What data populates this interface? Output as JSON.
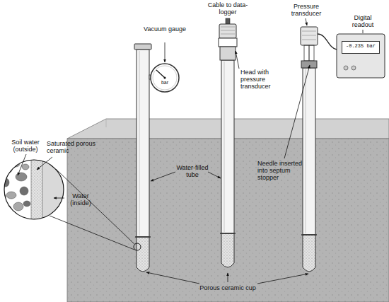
{
  "diagram": {
    "nodes": [
      {
        "text": [
          "-0.235 bar"
        ]
      }
    ],
    "labels": [
      "Cable to data-logger",
      "Vacuum gauge",
      "bar",
      "Head with pressure transducer",
      "Pressure transducer",
      "Digital readout",
      "Needle inserted into septum stopper",
      "Saturated porous ceramic",
      "Soil water (outside)",
      "Water (inside)",
      "Water-filled tube",
      "Porous ceramic cup"
    ]
  }
}
